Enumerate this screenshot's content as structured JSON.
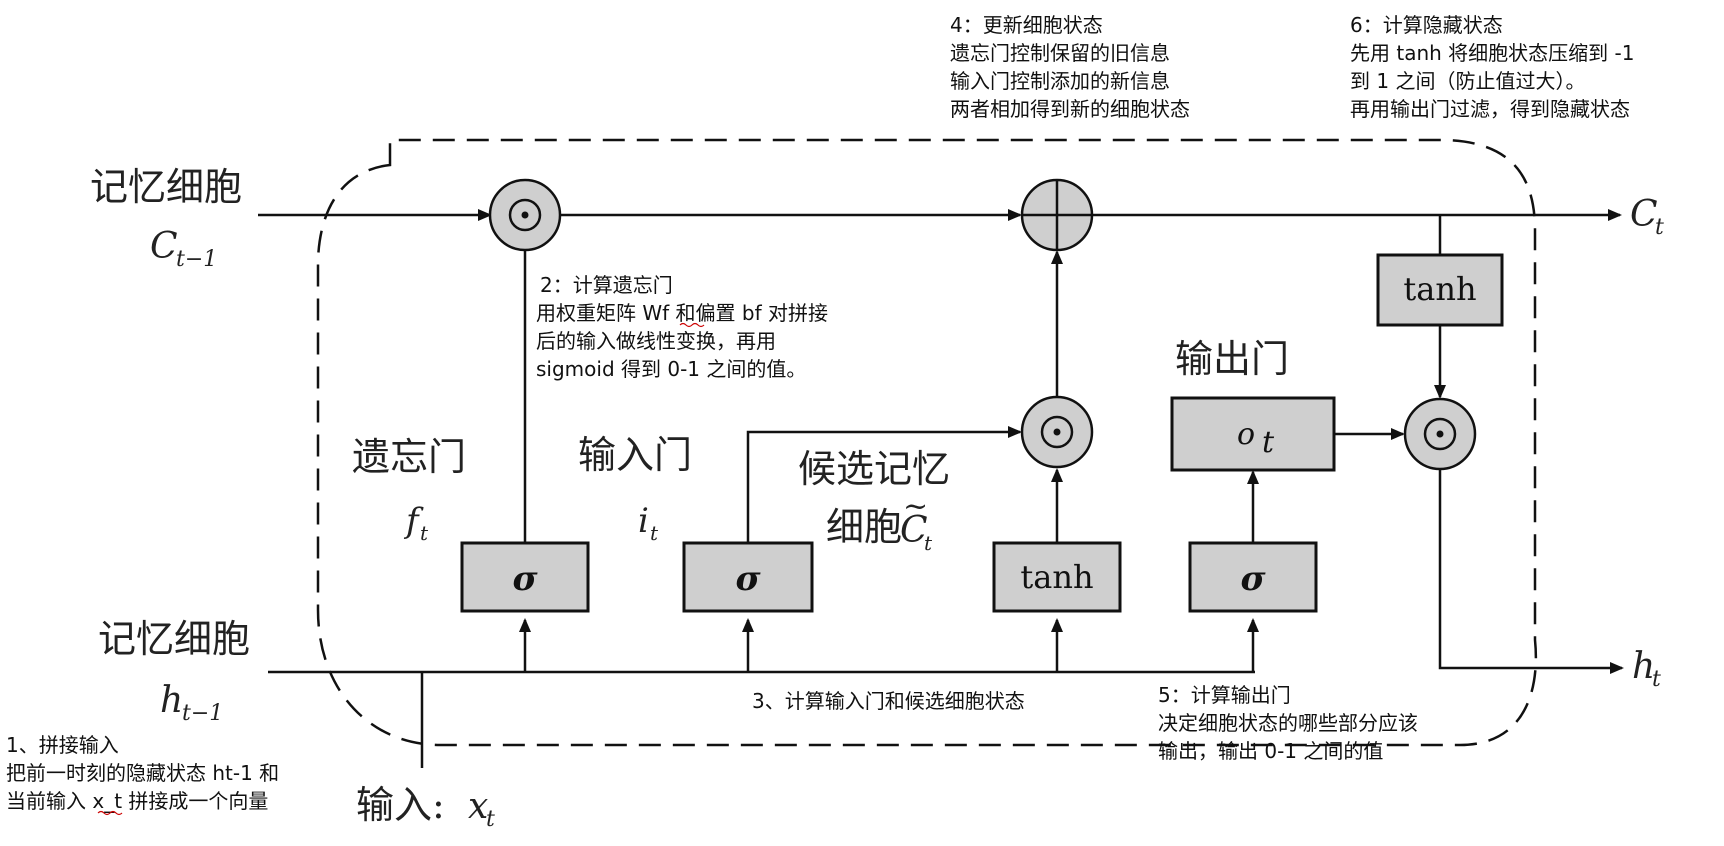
{
  "labels": {
    "memory_cell_top": "记忆细胞",
    "c_prev_main": "C",
    "c_prev_sub": "t−1",
    "c_out_main": "C",
    "c_out_sub": "t",
    "memory_cell_bottom": "记忆细胞",
    "h_prev_main": "h",
    "h_prev_sub": "t−1",
    "h_out_main": "h",
    "h_out_sub": "t",
    "input_prefix": "输入:",
    "input_x": "x",
    "input_sub": "t",
    "forget_gate": "遗忘门",
    "forget_sym": "f",
    "forget_sub": "t",
    "input_gate": "输入门",
    "input_sym": "i",
    "input_sym_sub": "t",
    "candidate_line1": "候选记忆",
    "candidate_line2": "细胞",
    "candidate_sym": "C",
    "candidate_tilde": "~",
    "candidate_sub": "t",
    "output_gate": "输出门",
    "output_box_sym": "o",
    "output_box_sub": "t",
    "sigma": "σ",
    "tanh": "tanh"
  },
  "notes": {
    "step1": [
      "1、拼接输入",
      "把前一时刻的隐藏状态 ht-1 和",
      "当前输入 x_t 拼接成一个向量"
    ],
    "step2": [
      "2：计算遗忘门",
      "用权重矩阵 Wf 和偏置 bf 对拼接",
      "后的输入做线性变换，再用",
      "sigmoid 得到 0-1 之间的值。"
    ],
    "step3": [
      "3、计算输入门和候选细胞状态"
    ],
    "step4": [
      "4：更新细胞状态",
      "遗忘门控制保留的旧信息",
      "输入门控制添加的新信息",
      "两者相加得到新的细胞状态"
    ],
    "step5": [
      "5：计算输出门",
      "决定细胞状态的哪些部分应该",
      "输出，输出 0-1 之间的值"
    ],
    "step6": [
      "6：计算隐藏状态",
      "先用 tanh 将细胞状态压缩到 -1",
      "到 1 之间（防止值过大）。",
      "再用输出门过滤，得到隐藏状态"
    ]
  },
  "colors": {
    "box_fill": "#cfcfcf",
    "stroke": "#111111",
    "squiggle": "#cc0000"
  }
}
